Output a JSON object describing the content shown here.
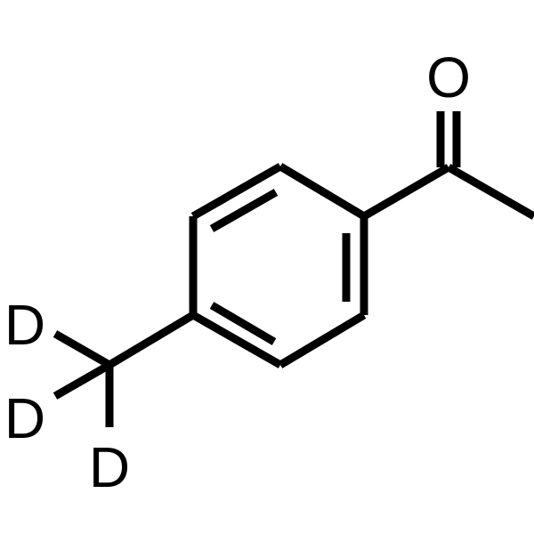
{
  "molecule": {
    "atoms": {
      "oxygen": "O",
      "deuterium_1": "D",
      "deuterium_2": "D",
      "deuterium_3": "D"
    }
  },
  "colors": {
    "background": "#ffffff",
    "ink": "#000000"
  }
}
